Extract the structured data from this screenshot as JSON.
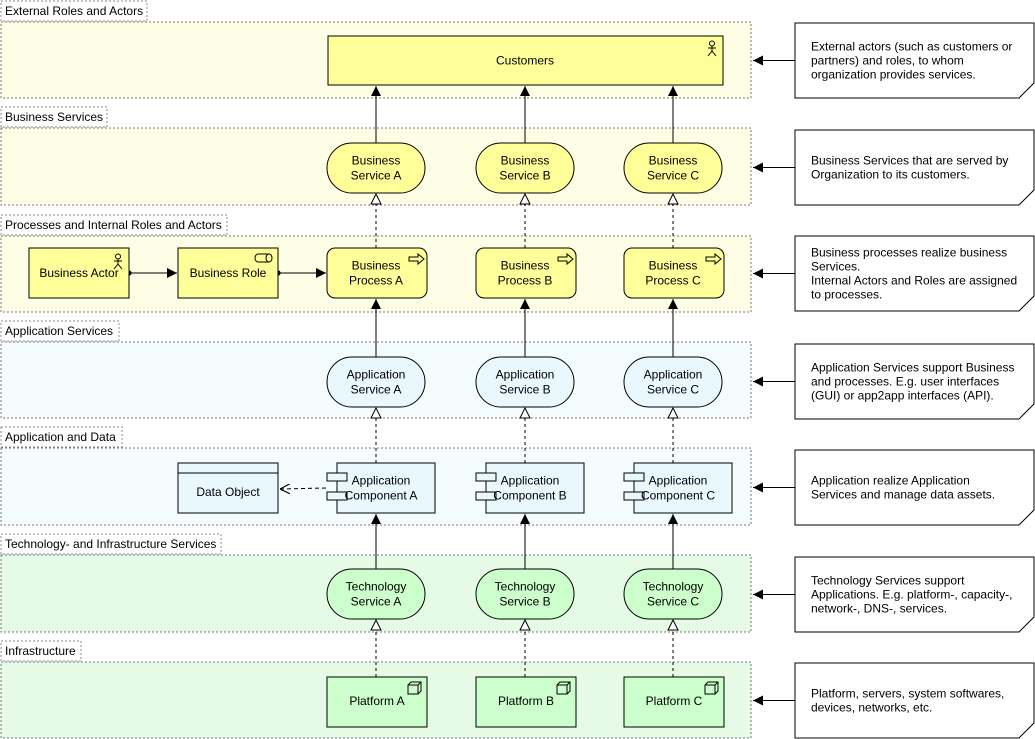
{
  "layers": [
    {
      "id": "external",
      "label": "External Roles and Actors",
      "note": [
        "External actors (such as customers or",
        "partners) and roles, to whom",
        "organization provides services."
      ]
    },
    {
      "id": "bizsvc",
      "label": "Business Services",
      "note": [
        "Business Services that are served by",
        "Organization to its customers."
      ]
    },
    {
      "id": "process",
      "label": "Processes and Internal Roles and Actors",
      "note": [
        "Business processes realize business",
        "Services.",
        "Internal Actors and Roles are assigned",
        "to processes."
      ]
    },
    {
      "id": "appsvc",
      "label": "Application Services",
      "note": [
        "Application Services support Business",
        "and processes. E.g. user interfaces",
        "(GUI) or app2app interfaces (API)."
      ]
    },
    {
      "id": "appdata",
      "label": "Application and Data",
      "note": [
        "Application realize Application",
        "Services and manage data assets."
      ]
    },
    {
      "id": "techsvc",
      "label": "Technology- and Infrastructure Services",
      "note": [
        "Technology Services support",
        "Applications. E.g. platform-, capacity-,",
        "network-, DNS-, services."
      ]
    },
    {
      "id": "infra",
      "label": "Infrastructure",
      "note": [
        "Platform, servers, system softwares,",
        "devices, networks, etc."
      ]
    }
  ],
  "elements": {
    "customers": "Customers",
    "business_actor": "Business Actor",
    "business_role": "Business Role",
    "data_object": "Data Object",
    "business_services": [
      [
        "Business",
        "Service A"
      ],
      [
        "Business",
        "Service B"
      ],
      [
        "Business",
        "Service C"
      ]
    ],
    "business_processes": [
      [
        "Business",
        "Process A"
      ],
      [
        "Business",
        "Process B"
      ],
      [
        "Business",
        "Process C"
      ]
    ],
    "application_services": [
      [
        "Application",
        "Service A"
      ],
      [
        "Application",
        "Service B"
      ],
      [
        "Application",
        "Service C"
      ]
    ],
    "application_components": [
      [
        "Application",
        "Component A"
      ],
      [
        "Application",
        "Component B"
      ],
      [
        "Application",
        "Component C"
      ]
    ],
    "technology_services": [
      [
        "Technology",
        "Service A"
      ],
      [
        "Technology",
        "Service B"
      ],
      [
        "Technology",
        "Service C"
      ]
    ],
    "platforms": [
      "Platform A",
      "Platform B",
      "Platform C"
    ]
  },
  "colors": {
    "business": "#ffff99",
    "business_band": "#fefee6",
    "application": "#e8f8fd",
    "application_band": "#f4fcfe",
    "technology": "#ccffcc",
    "technology_band": "#e6fbe6",
    "stroke": "#000000",
    "note_fill": "#ffffff"
  }
}
